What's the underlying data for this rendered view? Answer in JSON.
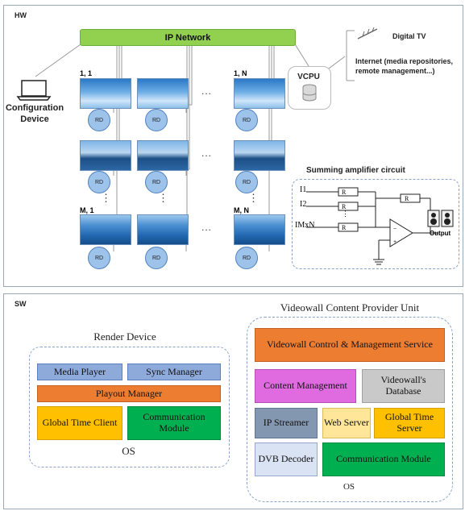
{
  "hw": {
    "label": "HW",
    "ip_network": "IP Network",
    "config_device": "Configuration Device",
    "digital_tv": "Digital TV",
    "internet": "Internet (media repositories, remote management...)",
    "vcpu": "VCPU",
    "grid_labels": {
      "top_left": "1, 1",
      "top_right": "1, N",
      "bottom_left": "M, 1",
      "bottom_right": "M, N"
    },
    "rd": "RD",
    "ellipsis": "...",
    "vdots": "⋮",
    "summing": {
      "title": "Summing amplifier circuit",
      "inputs": [
        "I1",
        "I2",
        "IMxN"
      ],
      "resistor": "R",
      "output": "Output"
    }
  },
  "sw": {
    "label": "SW",
    "render_device": {
      "title": "Render Device",
      "media_player": "Media Player",
      "sync_manager": "Sync Manager",
      "playout_manager": "Playout Manager",
      "global_time_client": "Global Time Client",
      "communication_module": "Communication Module",
      "os": "OS"
    },
    "provider": {
      "title": "Videowall Content Provider Unit",
      "control": "Videowall Control & Management Service",
      "content_management": "Content Management",
      "database": "Videowall's Database",
      "ip_streamer": "IP Streamer",
      "web_server": "Web Server",
      "global_time_server": "Global Time Server",
      "dvb_decoder": "DVB Decoder",
      "communication_module": "Communication Module",
      "os": "OS"
    }
  }
}
